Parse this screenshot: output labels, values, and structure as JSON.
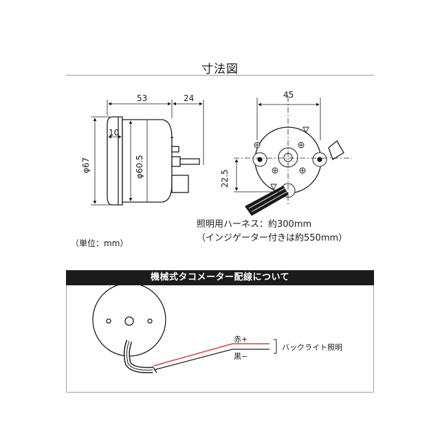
{
  "section_title": "寸法図",
  "side_view": {
    "dim_length": "53",
    "dim_back": "24",
    "dim_bezel": "10",
    "dim_outer_dia": "φ67",
    "dim_case_dia": "φ60.5"
  },
  "rear_view": {
    "dim_width": "45",
    "dim_offset": "22.5"
  },
  "harness_note": {
    "line1": "照明用ハーネス：約300mm",
    "line2": "（インジゲーター付きは約550mm）"
  },
  "unit_note": "（単位：mm）",
  "wiring": {
    "banner": "機械式タコメーター配線について",
    "red_wire_label": "赤+",
    "black_wire_label": "黒−",
    "backlight_label": "バックライト照明",
    "colors": {
      "red_wire": "#d4141c",
      "black_wire": "#1a1a1a"
    }
  }
}
